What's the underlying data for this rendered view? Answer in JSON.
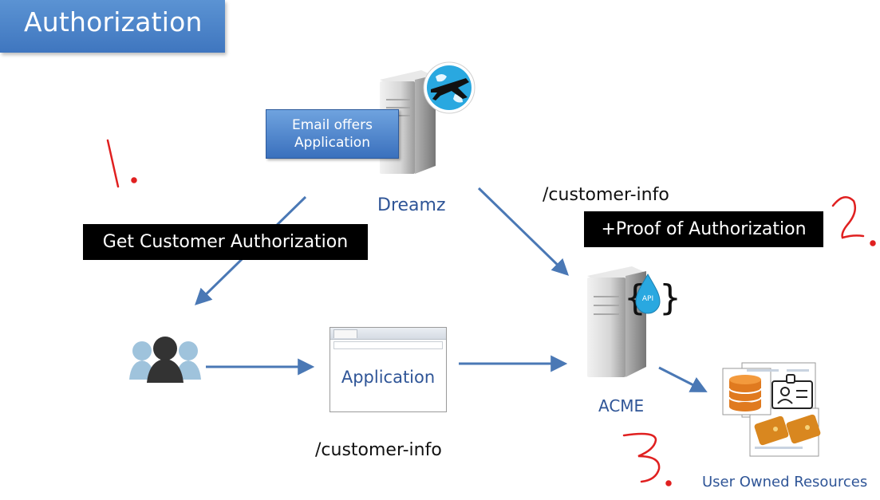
{
  "title": "Authorization",
  "nodes": {
    "email_offers": "Email offers\nApplication",
    "dreamz_label": "Dreamz",
    "application_label": "Application",
    "acme_label": "ACME",
    "api_badge": "API",
    "resources_label": "User Owned Resources"
  },
  "labels": {
    "get_customer_auth": "Get Customer Authorization",
    "proof_of_auth": "+Proof of Authorization",
    "customer_info_top": "/customer-info",
    "customer_info_bottom": "/customer-info"
  },
  "annotations": {
    "step1": "1.",
    "step2": "2.",
    "step3": "3."
  },
  "colors": {
    "arrow": "#4a78b5",
    "title_bg": "#4a82c8",
    "label_blue": "#2f5597",
    "annotation_red": "#e02020",
    "server_gray": "#d9d9d9"
  },
  "icons": [
    "airplane-globe-icon",
    "server-icon",
    "users-icon",
    "browser-window-icon",
    "api-drop-icon",
    "database-icon",
    "id-card-icon",
    "wallet-icon",
    "document-icon"
  ]
}
